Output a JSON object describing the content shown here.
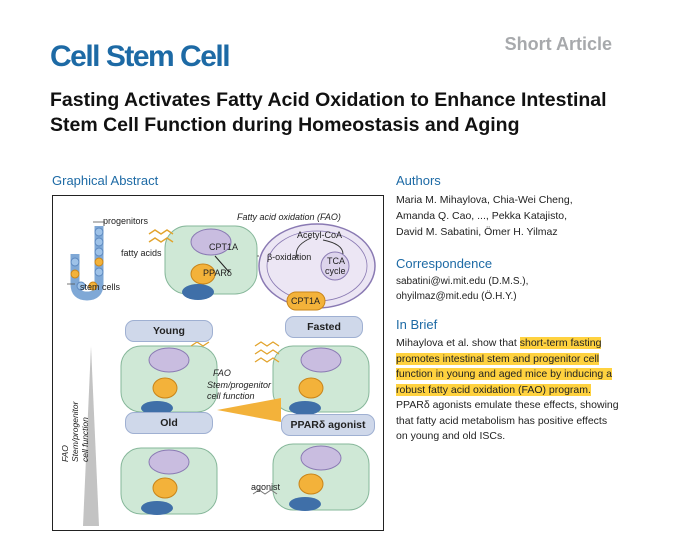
{
  "journal": "Cell Stem Cell",
  "article_type": "Short Article",
  "title": "Fasting Activates Fatty Acid Oxidation to Enhance Intestinal Stem Cell Function during Homeostasis and Aging",
  "graphical_abstract": {
    "heading": "Graphical Abstract",
    "labels": {
      "progenitors": "progenitors",
      "stem_cells": "stem cells",
      "fatty_acids": "fatty acids",
      "faos_title": "Fatty acid oxidation (FAO)",
      "acetyl_coa": "Acetyl-CoA",
      "beta_oxidation": "β-oxidation",
      "tca": "TCA",
      "cycle": "cycle",
      "cpt1a": "CPT1A",
      "cpt1a_mito": "CPT1A",
      "ppard": "PPARδ",
      "young": "Young",
      "fasted": "Fasted",
      "old": "Old",
      "ppard_agonist": "PPARδ agonist",
      "fao": "FAO",
      "stem_prog_1": "Stem/progenitor",
      "stem_prog_2": "cell function",
      "vertical_fao": "FAO",
      "vertical_sp1": "Stem/progenitor",
      "vertical_sp2": "cell function",
      "agonist": "agonist"
    }
  },
  "authors": {
    "heading": "Authors",
    "lines": [
      "Maria M. Mihaylova, Chia-Wei Cheng,",
      "Amanda Q. Cao, ..., Pekka Katajisto,",
      "David M. Sabatini, Ömer H. Yilmaz"
    ]
  },
  "correspondence": {
    "heading": "Correspondence",
    "lines": [
      "sabatini@wi.mit.edu (D.M.S.),",
      "ohyilmaz@mit.edu (Ö.H.Y.)"
    ]
  },
  "in_brief": {
    "heading": "In Brief",
    "text_plain_1": "Mihaylova et al. show that ",
    "text_highlight": "short-term fasting promotes intestinal stem and progenitor cell function in young and aged mice by inducing a robust fatty acid oxidation (FAO) program.",
    "text_plain_2": " PPARδ agonists emulate these effects, showing that fatty acid metabolism has positive effects on young and old ISCs."
  },
  "colors": {
    "journal_blue": "#1d6aa5",
    "highlight": "#ffd23f",
    "banner": "#cfd8ea"
  }
}
